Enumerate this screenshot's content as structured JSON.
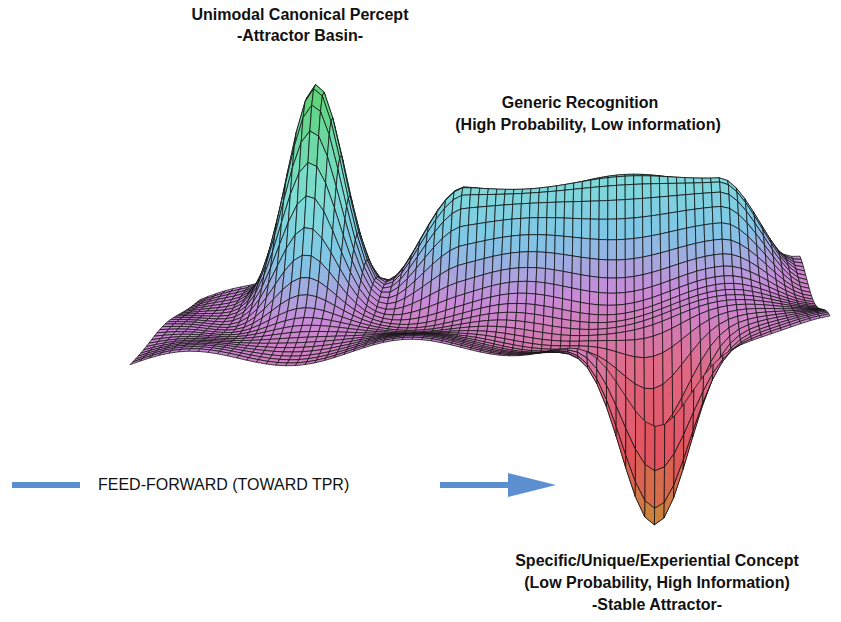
{
  "diagram": {
    "labels": [
      "Unimodal Canonical Percept",
      "-Attractor Basin-",
      "Generic Recognition",
      "(High Probability, Low information)",
      "FEED-FORWARD (TOWARD TPR)",
      "Specific/Unique/Experiential Concept",
      "(Low Probability, High Information)",
      "-Stable Attractor-"
    ]
  }
}
